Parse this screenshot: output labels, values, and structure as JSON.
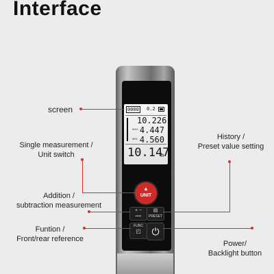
{
  "header": {
    "title": "Interface"
  },
  "labels": {
    "screen": "screen",
    "single_measurement": [
      "Single measurement /",
      "Unit switch"
    ],
    "addition": [
      "Addition /",
      "subtraction measurement"
    ],
    "function": [
      "Funtion /",
      "Front/rear reference"
    ],
    "history": [
      "History /",
      "Preset value setting"
    ],
    "power": [
      "Power/",
      "Backlight button"
    ]
  },
  "display": {
    "counter": "0000",
    "mode": "0.2",
    "line1": "10.226",
    "line2": "4.447",
    "line3": "4.560",
    "main": "10.147",
    "unit": "m",
    "tag_max": "MAX",
    "tag_min": "MIN"
  },
  "buttons": {
    "unit": "UNIT",
    "unit_icon": "triangle-icon",
    "plus_minus": "+ −",
    "preset": "PRESET",
    "func": "FUNC",
    "power_icon": "power-icon"
  },
  "colors": {
    "accent": "#d9302a",
    "background": "#ececec"
  }
}
